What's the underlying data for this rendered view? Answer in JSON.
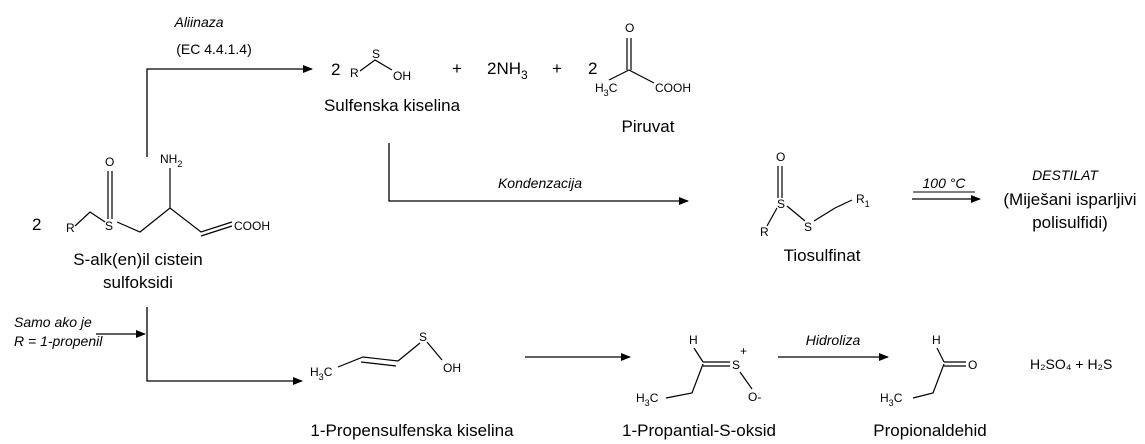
{
  "reactions": {
    "alliinase_name": "Aliinaza",
    "alliinase_ec": "(EC 4.4.1.4)",
    "condensation": "Kondenzacija",
    "temp": "100 °C",
    "hydrolysis": "Hidroliza",
    "condition_line1": "Samo ako je",
    "condition_line2": "R = 1-propenil"
  },
  "compounds": {
    "start_coef": "2",
    "start_line1": "S-alk(en)il cistein",
    "start_line2": "sulfoksidi",
    "sulfenic_coef": "2",
    "plus1": "+",
    "nh3_coef": "2NH",
    "nh3_sub": "3",
    "plus2": "+",
    "pyruvate_coef": "2",
    "sulfenic_label": "Sulfenska kiselina",
    "pyruvate_label": "Piruvat",
    "thiosulfinate_label": "Tiosulfinat",
    "distillate_title": "DESTILAT",
    "distillate_line1": "(Miješani isparljivi",
    "distillate_line2": "polisulfidi)",
    "propenesulfenic_label": "1-Propensulfenska kiselina",
    "propanthial_label": "1-Propantial-S-oksid",
    "propanal_label": "Propionaldehid",
    "byproducts": "H₂SO₄ + H₂S"
  },
  "atoms": {
    "O": "O",
    "S": "S",
    "R": "R",
    "R1": "R",
    "R1_sub": "1",
    "NH2": "NH",
    "NH2_sub": "2",
    "COOH": "COOH",
    "OH": "OH",
    "H3C": "H",
    "H3C_sub": "3",
    "H3C_C": "C",
    "H": "H",
    "plus": "+",
    "Ominus": "O-"
  }
}
